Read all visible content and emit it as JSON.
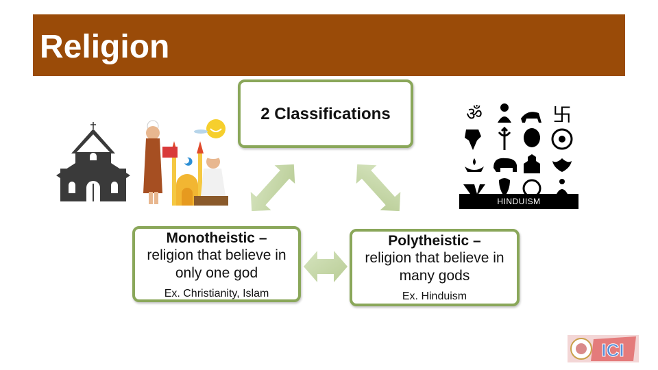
{
  "title": "Religion",
  "center_box": {
    "label": "2 Classifications"
  },
  "left_box": {
    "heading": "Monotheistic –",
    "description": "religion that believe in only one god",
    "example": "Ex. Christianity, Islam"
  },
  "right_box": {
    "heading": "Polytheistic –",
    "description": "religion that believe in many gods",
    "example": "Ex. Hinduism"
  },
  "hinduism_image": {
    "label": "HINDUISM"
  },
  "logo": {
    "text": "ICI"
  },
  "colors": {
    "title_bar": "#9a4b08",
    "box_border": "#8aa75a",
    "arrow_fill": "#c6d7a9"
  }
}
